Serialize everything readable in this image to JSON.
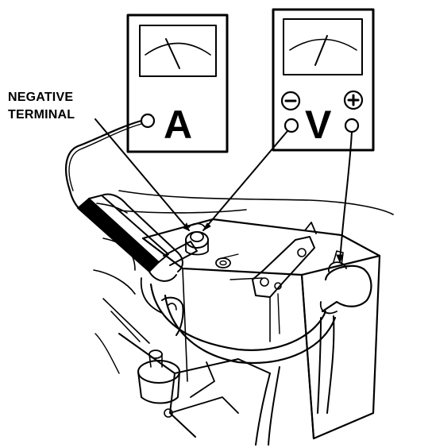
{
  "callout": {
    "line1": "NEGATIVE",
    "line2": "TERMINAL"
  },
  "ammeter": {
    "letter": "A"
  },
  "voltmeter": {
    "letter": "V",
    "negative_symbol": "−",
    "positive_symbol": "+"
  },
  "colors": {
    "ink": "#000000",
    "paper": "#ffffff"
  }
}
